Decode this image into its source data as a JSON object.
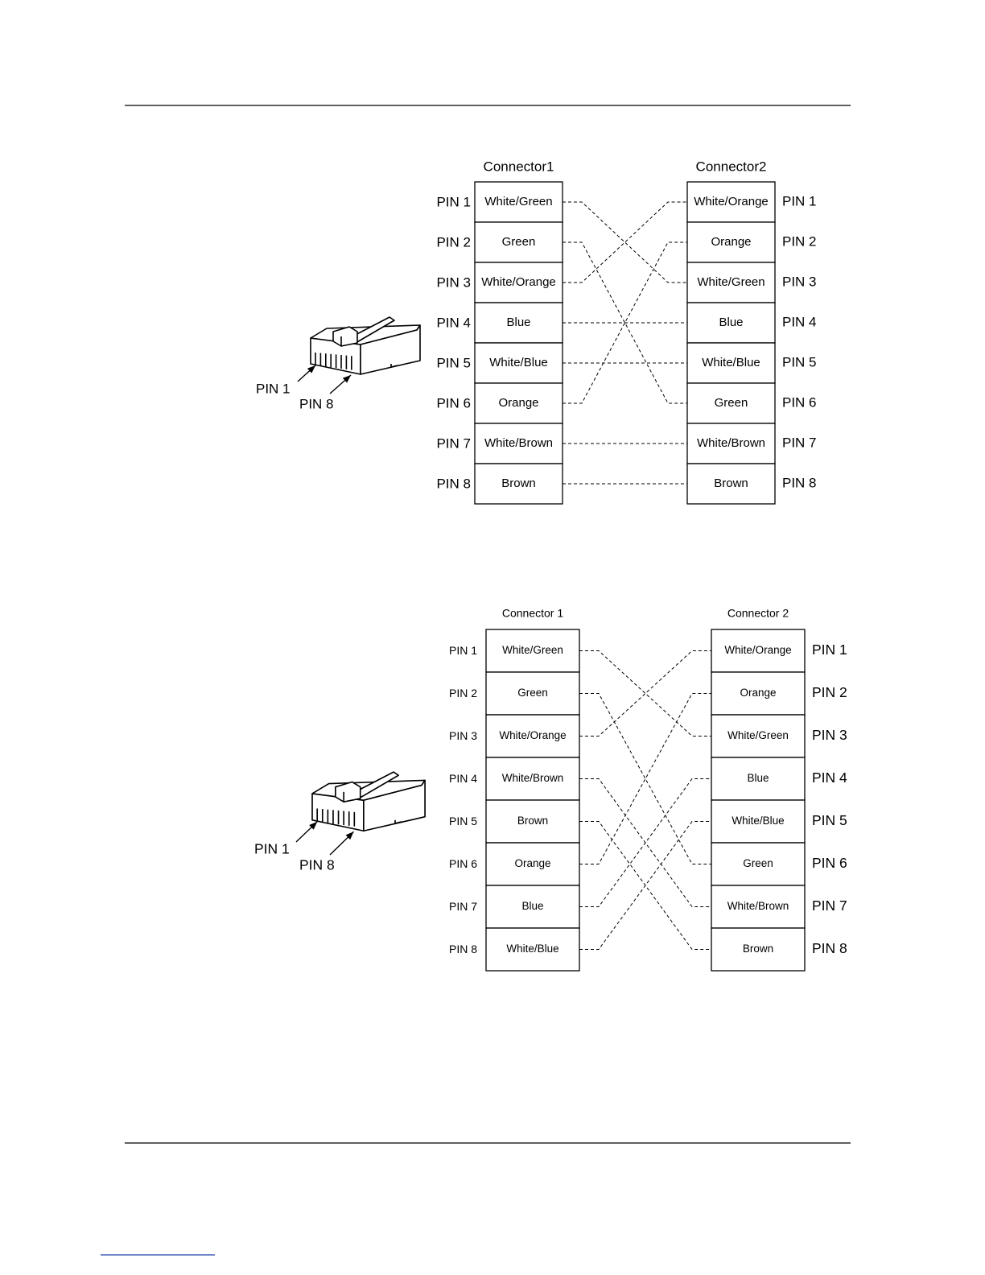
{
  "diagrams": [
    {
      "id": "straight-cable",
      "left_connector": {
        "title": "Connector1",
        "pin_labels": [
          "PIN 1",
          "PIN 2",
          "PIN 3",
          "PIN 4",
          "PIN 5",
          "PIN 6",
          "PIN 7",
          "PIN 8"
        ],
        "colors": [
          "White/Green",
          "Green",
          "White/Orange",
          "Blue",
          "White/Blue",
          "Orange",
          "White/Brown",
          "Brown"
        ]
      },
      "right_connector": {
        "title": "Connector2",
        "pin_labels": [
          "PIN 1",
          "PIN 2",
          "PIN 3",
          "PIN 4",
          "PIN 5",
          "PIN 6",
          "PIN 7",
          "PIN 8"
        ],
        "colors": [
          "White/Orange",
          "Orange",
          "White/Green",
          "Blue",
          "White/Blue",
          "Green",
          "White/Brown",
          "Brown"
        ]
      },
      "wiring": [
        3,
        6,
        1,
        4,
        5,
        2,
        7,
        8
      ],
      "plug_labels": {
        "pin_first": "PIN 1",
        "pin_last": "PIN 8"
      }
    },
    {
      "id": "crossover-cable",
      "left_connector": {
        "title": "Connector 1",
        "pin_labels": [
          "PIN 1",
          "PIN 2",
          "PIN 3",
          "PIN 4",
          "PIN 5",
          "PIN 6",
          "PIN 7",
          "PIN 8"
        ],
        "colors": [
          "White/Green",
          "Green",
          "White/Orange",
          "White/Brown",
          "Brown",
          "Orange",
          "Blue",
          "White/Blue"
        ]
      },
      "right_connector": {
        "title": "Connector 2",
        "pin_labels": [
          "PIN 1",
          "PIN 2",
          "PIN 3",
          "PIN 4",
          "PIN 5",
          "PIN 6",
          "PIN 7",
          "PIN 8"
        ],
        "colors": [
          "White/Orange",
          "Orange",
          "White/Green",
          "Blue",
          "White/Blue",
          "Green",
          "White/Brown",
          "Brown"
        ]
      },
      "wiring": [
        3,
        6,
        1,
        7,
        8,
        2,
        4,
        5
      ],
      "plug_labels": {
        "pin_first": "PIN 1",
        "pin_last": "PIN 8"
      }
    }
  ]
}
